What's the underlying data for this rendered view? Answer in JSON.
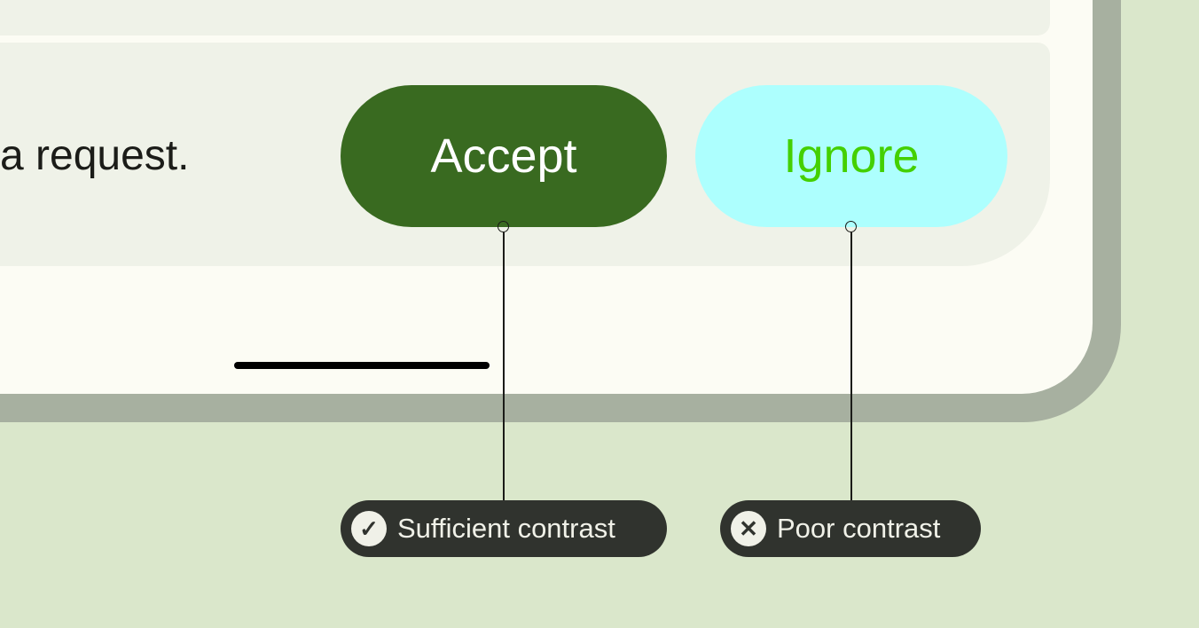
{
  "message": "a request.",
  "buttons": {
    "accept": "Accept",
    "ignore": "Ignore"
  },
  "labels": {
    "sufficient": "Sufficient contrast",
    "poor": "Poor contrast"
  },
  "icons": {
    "sufficient": "✓",
    "poor": "✕"
  },
  "colors": {
    "accept_bg": "#396a20",
    "accept_text": "#ffffff",
    "ignore_bg": "#adfffe",
    "ignore_text": "#44d000"
  }
}
